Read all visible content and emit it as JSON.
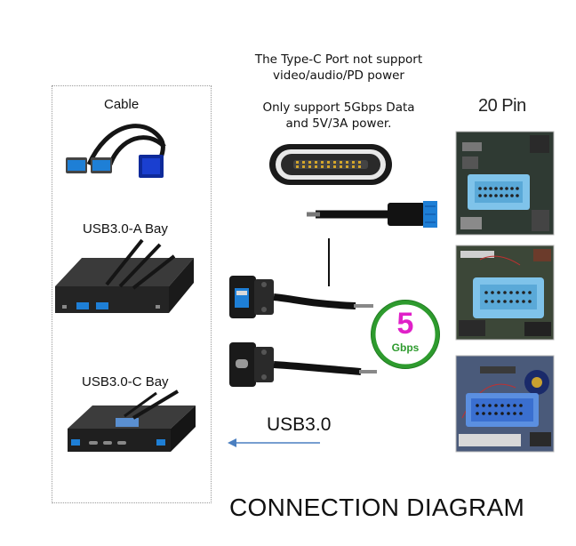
{
  "notes": {
    "line1": "The Type-C Port not support",
    "line2": "video/audio/PD power",
    "line3": "Only support 5Gbps Data",
    "line4": "and 5V/3A power."
  },
  "labels": {
    "cable": "Cable",
    "usb_a_bay": "USB3.0-A Bay",
    "usb_c_bay": "USB3.0-C Bay",
    "pin_header": "20 Pin",
    "usb30": "USB3.0",
    "title": "CONNECTION DIAGRAM"
  },
  "speed_badge": {
    "number": "5",
    "unit": "Gbps",
    "number_color": "#e020c8",
    "ring_color": "#2e9b2e",
    "unit_color": "#2e9b2e"
  },
  "colors": {
    "usb_blue": "#1e7fd6",
    "header_blue": "#7fc3ea",
    "board_green": "#3a5a3a",
    "arrow_blue": "#4a7fc0"
  }
}
